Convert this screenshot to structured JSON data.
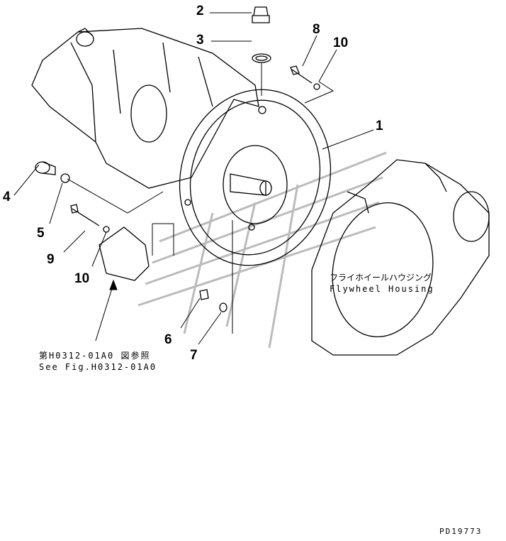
{
  "callouts": [
    "1",
    "2",
    "3",
    "4",
    "5",
    "6",
    "7",
    "8",
    "9",
    "10",
    "10"
  ],
  "notes": {
    "ref_jp": "第H0312-01A0 図参照",
    "ref_en": "See Fig.H0312-01A0",
    "flywheel_jp": "フライホイールハウジング",
    "flywheel_en": "Flywheel Housing"
  },
  "drawing_id": "PD19773"
}
